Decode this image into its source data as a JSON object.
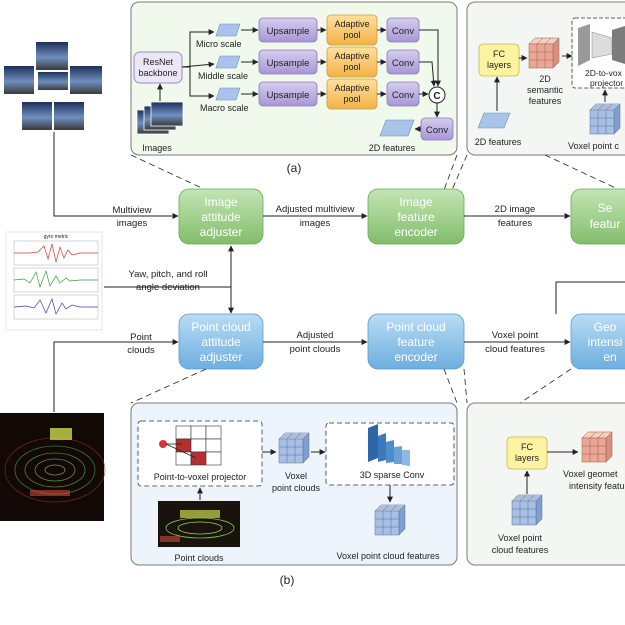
{
  "panel_a": {
    "caption": "(a)",
    "backbone": [
      "ResNet",
      "backbone"
    ],
    "images_label": "Images",
    "scales": [
      "Micro scale",
      "Middle scale",
      "Macro scale"
    ],
    "upsample": "Upsample",
    "adaptive_pool": [
      "Adaptive",
      "pool"
    ],
    "conv": "Conv",
    "concat_symbol": "C",
    "features_2d": "2D features"
  },
  "panel_a_right": {
    "fc_layers": [
      "FC",
      "layers"
    ],
    "semantic_features": [
      "2D",
      "semantic",
      "features"
    ],
    "projector": [
      "2D-to-vox",
      "projector"
    ],
    "features_2d": "2D features",
    "voxel_point": "Voxel point c"
  },
  "main_flow": {
    "multiview_images": [
      "Multiview",
      "images"
    ],
    "image_attitude_adjuster": [
      "Image",
      "attitude",
      "adjuster"
    ],
    "adjusted_multiview": [
      "Adjusted multiview",
      "images"
    ],
    "image_feature_encoder": [
      "Image",
      "feature",
      "encoder"
    ],
    "image_features_2d": [
      "2D image",
      "features"
    ],
    "semantic_truncated": [
      "Se",
      "featur"
    ],
    "angle_deviation": [
      "Yaw, pitch, and roll",
      "angle deviation"
    ],
    "point_clouds": [
      "Point",
      "clouds"
    ],
    "point_cloud_attitude_adjuster": [
      "Point cloud",
      "attitude",
      "adjuster"
    ],
    "adjusted_point_clouds": [
      "Adjusted",
      "point clouds"
    ],
    "point_cloud_feature_encoder": [
      "Point cloud",
      "feature",
      "encoder"
    ],
    "voxel_point_cloud_features": [
      "Voxel point",
      "cloud features"
    ],
    "geometry_truncated": [
      "Geo",
      "intensi",
      "en"
    ],
    "plot_title": "gyro metric"
  },
  "panel_b": {
    "caption": "(b)",
    "projector": "Point-to-voxel projector",
    "voxel_point_clouds": [
      "Voxel",
      "point clouds"
    ],
    "sparse_conv": "3D sparse Conv",
    "point_clouds": "Point clouds",
    "voxel_features": "Voxel point cloud features"
  },
  "panel_b_right": {
    "fc_layers": [
      "FC",
      "layers"
    ],
    "voxel_geometric": [
      "Voxel geomet",
      "intensity featu"
    ],
    "voxel_point_cloud_features": [
      "Voxel point",
      "cloud features"
    ]
  },
  "colors": {
    "green_node": "#9dd08a",
    "blue_node": "#8fc3ea",
    "purple_box": "#b9a8dc",
    "orange_box": "#f7c16a",
    "yellow_box": "#fbf3a0",
    "panel_a_bg": "#f1f8ec",
    "panel_b_bg": "#eef4fb"
  }
}
